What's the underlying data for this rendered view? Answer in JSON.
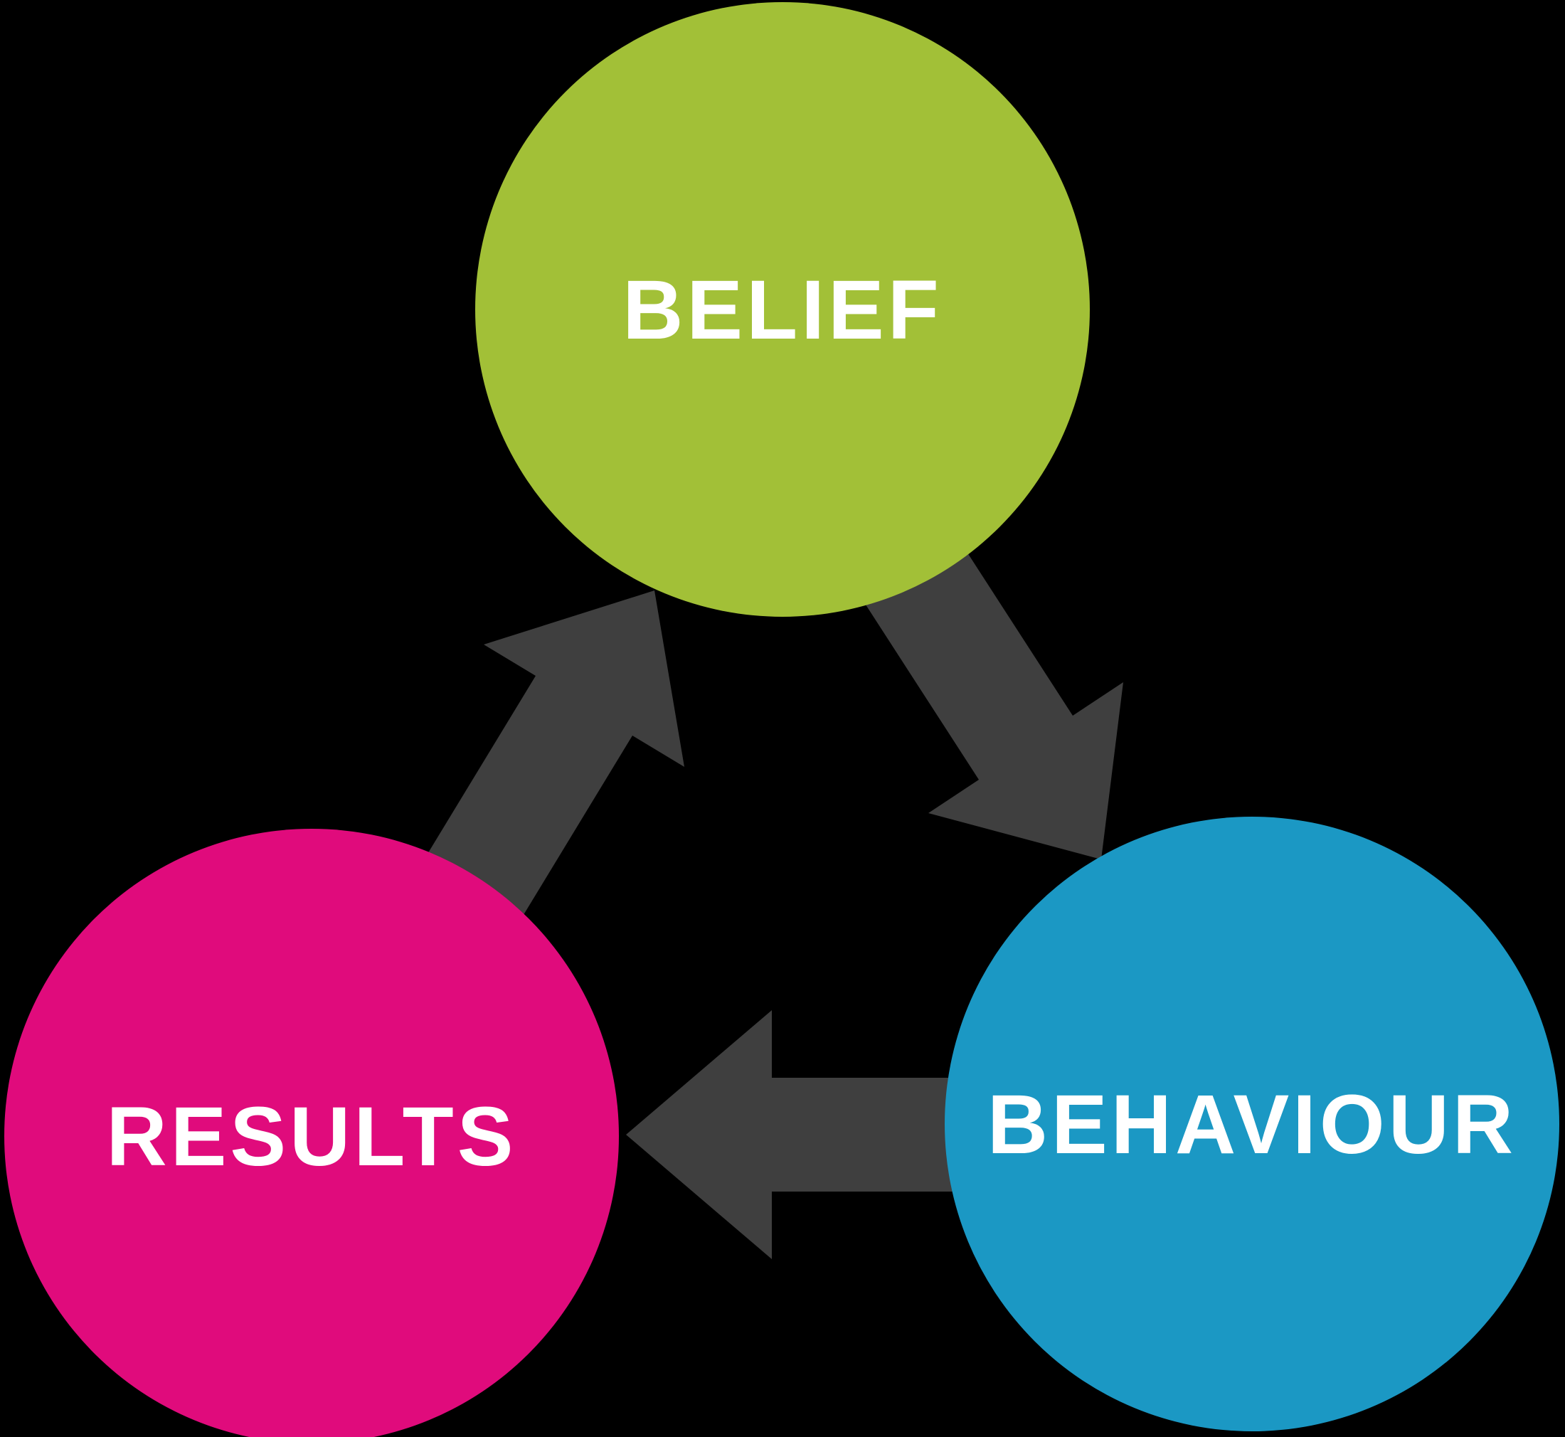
{
  "diagram": {
    "type": "cycle",
    "nodes": [
      {
        "id": "belief",
        "label": "BELIEF",
        "color": "#a2c037"
      },
      {
        "id": "behaviour",
        "label": "BEHAVIOUR",
        "color": "#1b98c4"
      },
      {
        "id": "results",
        "label": "RESULTS",
        "color": "#e00b7c"
      }
    ],
    "edges": [
      {
        "from": "belief",
        "to": "behaviour"
      },
      {
        "from": "behaviour",
        "to": "results"
      },
      {
        "from": "results",
        "to": "belief"
      }
    ],
    "colors": {
      "background": "#000000",
      "arrow": "#3f3f3f",
      "label_text": "#ffffff"
    }
  }
}
